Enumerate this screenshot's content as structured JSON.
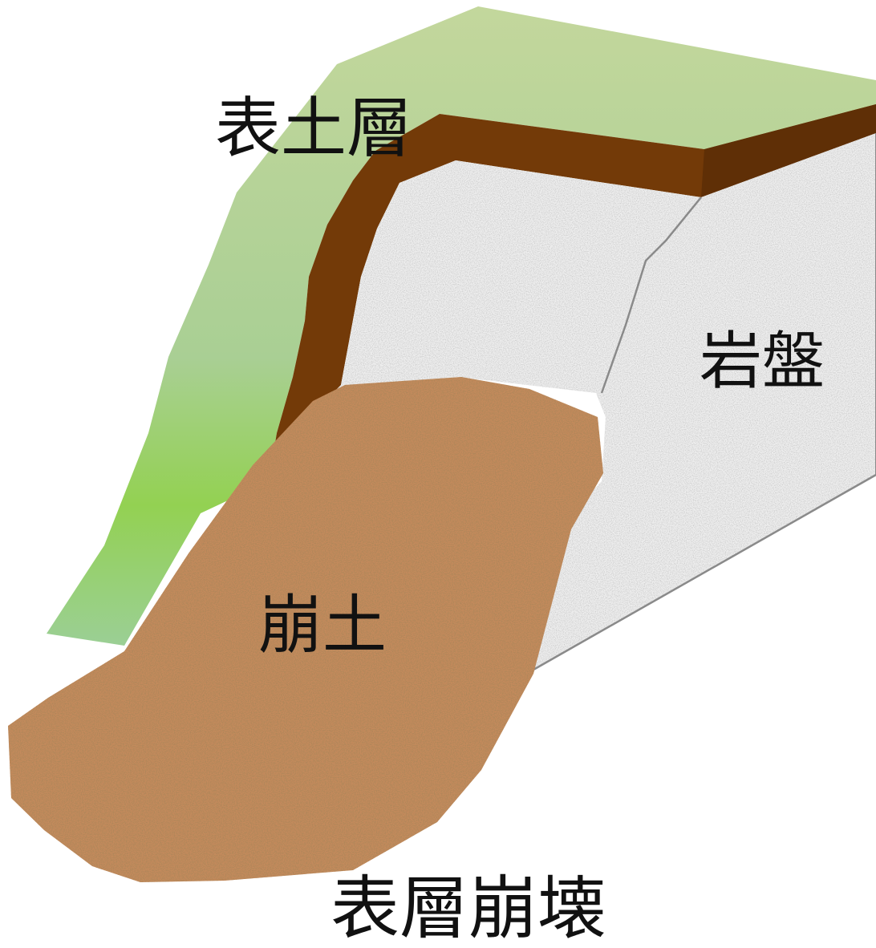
{
  "labels": {
    "topsoil": "表土層",
    "bedrock": "岩盤",
    "debris": "崩土",
    "title": "表層崩壊"
  },
  "colors": {
    "vegetation_top": "#c3d79c",
    "vegetation_green": "#8fcf4f",
    "soil_layer": "#733a08",
    "bedrock": "#efefef",
    "bedrock_edge": "#8a8a8a",
    "debris": "#c48a5c",
    "text": "#111111"
  }
}
